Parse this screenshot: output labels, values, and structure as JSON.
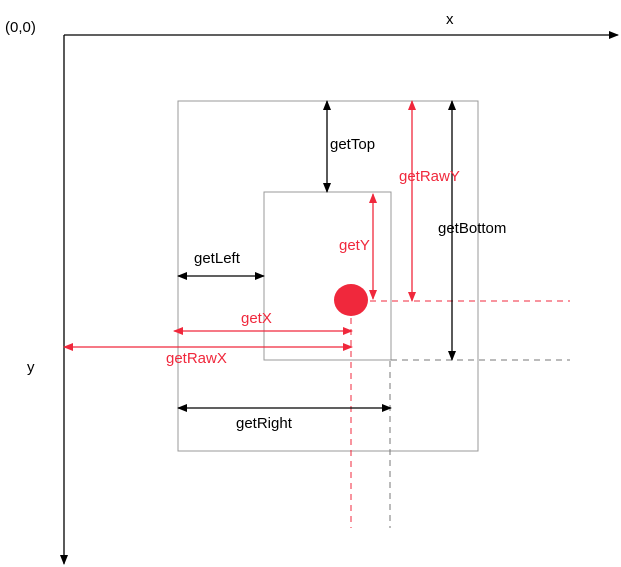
{
  "origin": "(0,0)",
  "axes": {
    "x": "x",
    "y": "y"
  },
  "labels": {
    "get_top": "getTop",
    "get_bottom": "getBottom",
    "get_left": "getLeft",
    "get_right": "getRight",
    "get_x": "getX",
    "get_y": "getY",
    "get_raw_x": "getRawX",
    "get_raw_y": "getRawY"
  },
  "colors": {
    "black": "#000000",
    "red": "#f0283c",
    "box_stroke": "#999999",
    "dash_gray": "#777777"
  }
}
